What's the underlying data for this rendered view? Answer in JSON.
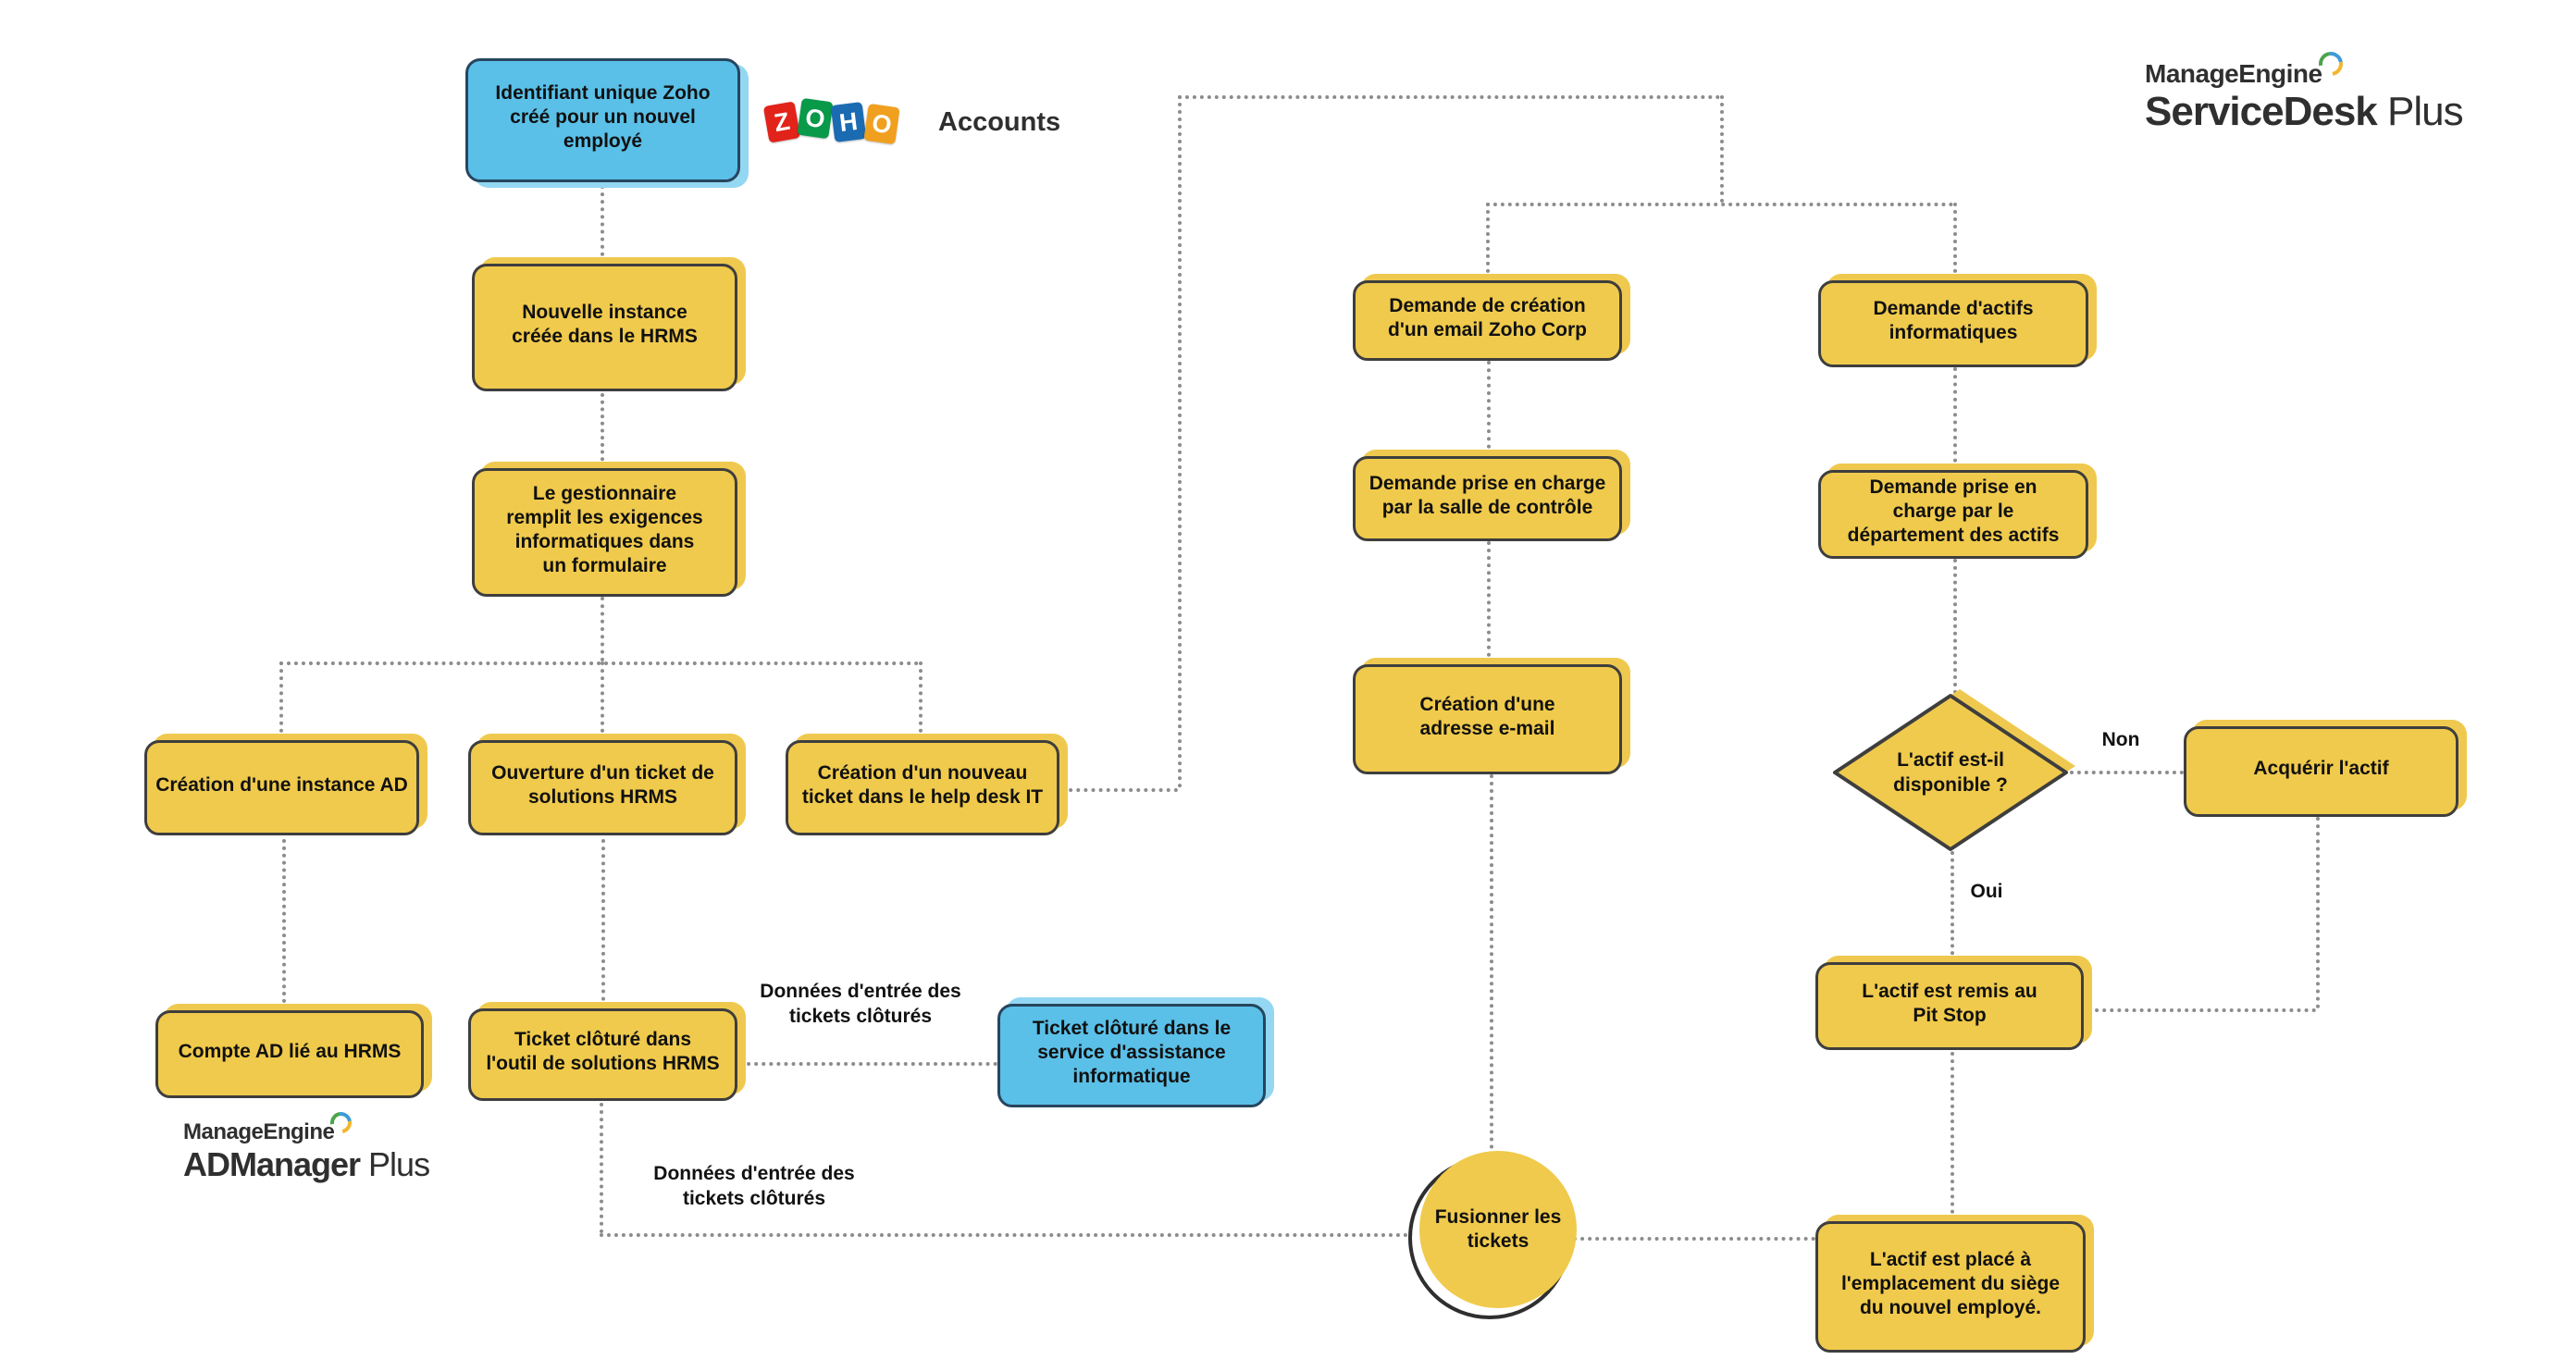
{
  "nodes": {
    "blue_identifiant": {
      "text": "Identifiant unique Zoho\ncréé pour un nouvel employé"
    },
    "nouvelle_instance": {
      "text": "Nouvelle instance\ncréée dans le HRMS"
    },
    "gestionnaire": {
      "text": "Le gestionnaire\nremplit les exigences\ninformatiques dans\nun formulaire"
    },
    "instance_ad": {
      "text": "Création d'une instance AD"
    },
    "ouverture_ticket": {
      "text": "Ouverture d'un ticket de\nsolutions HRMS"
    },
    "nouveau_ticket": {
      "text": "Création d'un nouveau\nticket dans le help desk IT"
    },
    "compte_ad": {
      "text": "Compte AD lié au HRMS"
    },
    "ticket_hrms": {
      "text": "Ticket clôturé dans\nl'outil de solutions HRMS"
    },
    "ticket_it": {
      "text": "Ticket clôturé dans le\nservice d'assistance\ninformatique"
    },
    "email_request": {
      "text": "Demande de création\nd'un email Zoho Corp"
    },
    "salle_controle": {
      "text": "Demande prise en charge\npar la salle de contrôle"
    },
    "email_creation": {
      "text": "Création d'une\nadresse e-mail"
    },
    "fusionner": {
      "text": "Fusionner les\ntickets"
    },
    "actifs_request": {
      "text": "Demande d'actifs\ninformatiques"
    },
    "dept_actifs": {
      "text": "Demande prise en\ncharge par le\ndépartement des actifs"
    },
    "decision_actif": {
      "text": "L'actif est-il\ndisponible ?"
    },
    "acquerir": {
      "text": "Acquérir l'actif"
    },
    "pit_stop": {
      "text": "L'actif est remis au\nPit Stop"
    },
    "place_siege": {
      "text": "L'actif est placé à\nl'emplacement du siège\ndu nouvel employé."
    }
  },
  "edge_labels": {
    "non": "Non",
    "oui": "Oui",
    "donnees_1": "Données d'entrée des\ntickets clôturés",
    "donnees_2": "Données d'entrée des\ntickets clôturés"
  },
  "logos": {
    "zoho": {
      "l1": "Z",
      "l2": "O",
      "l3": "H",
      "l4": "O",
      "suffix": "Accounts"
    },
    "servicedesk": {
      "brand": "ManageEngine",
      "product": "ServiceDesk",
      "suffix": " Plus"
    },
    "admanager": {
      "brand": "ManageEngine",
      "product": "ADManager",
      "suffix": " Plus"
    }
  },
  "colors": {
    "node_yellow": "#F0CA4C",
    "node_blue": "#5AC0E8",
    "border_dark": "#3E3E3E",
    "connector_gray": "#8C8C8C",
    "zoho_z": "#E2231A",
    "zoho_o1": "#089949",
    "zoho_h": "#1B6BB3",
    "zoho_o2": "#F0A01E"
  }
}
